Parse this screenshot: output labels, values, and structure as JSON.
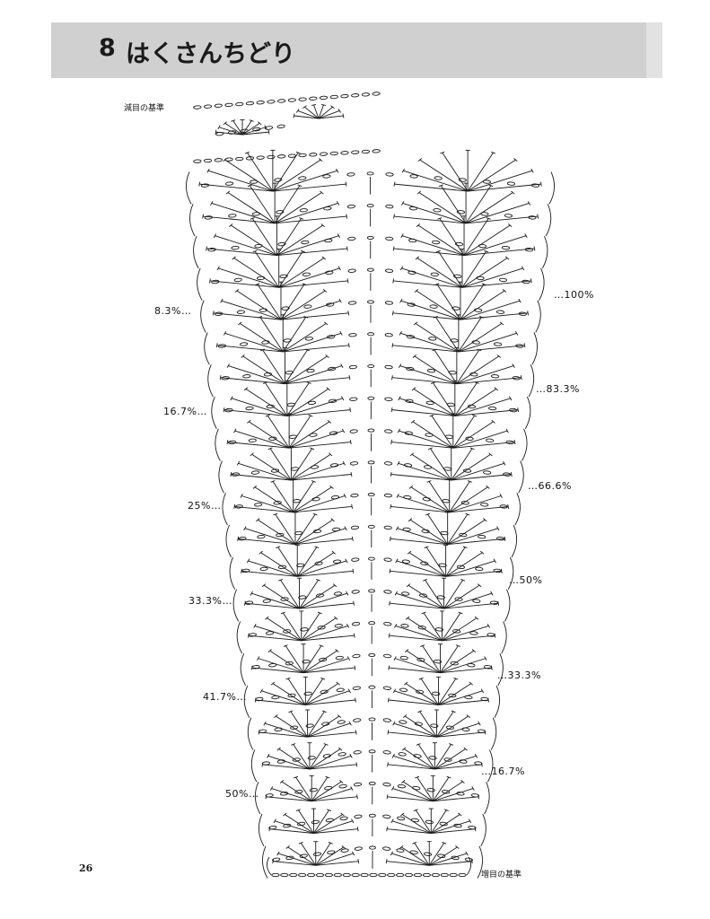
{
  "header": {
    "number": "8",
    "title": "はくさんちどり"
  },
  "labels": {
    "decrease_reference": "減目の基準",
    "increase_reference": "増目の基準"
  },
  "percent_left": [
    "8.3%…",
    "16.7%…",
    "25%…",
    "33.3%…",
    "41.7%…",
    "50%…"
  ],
  "percent_right": [
    "…100%",
    "…83.3%",
    "…66.6%",
    "…50%",
    "…33.3%",
    "…16.7%"
  ],
  "page_number": "26",
  "colors": {
    "header_band": "#d0d0d0",
    "ink": "#1a1a1a",
    "paper": "#ffffff"
  }
}
